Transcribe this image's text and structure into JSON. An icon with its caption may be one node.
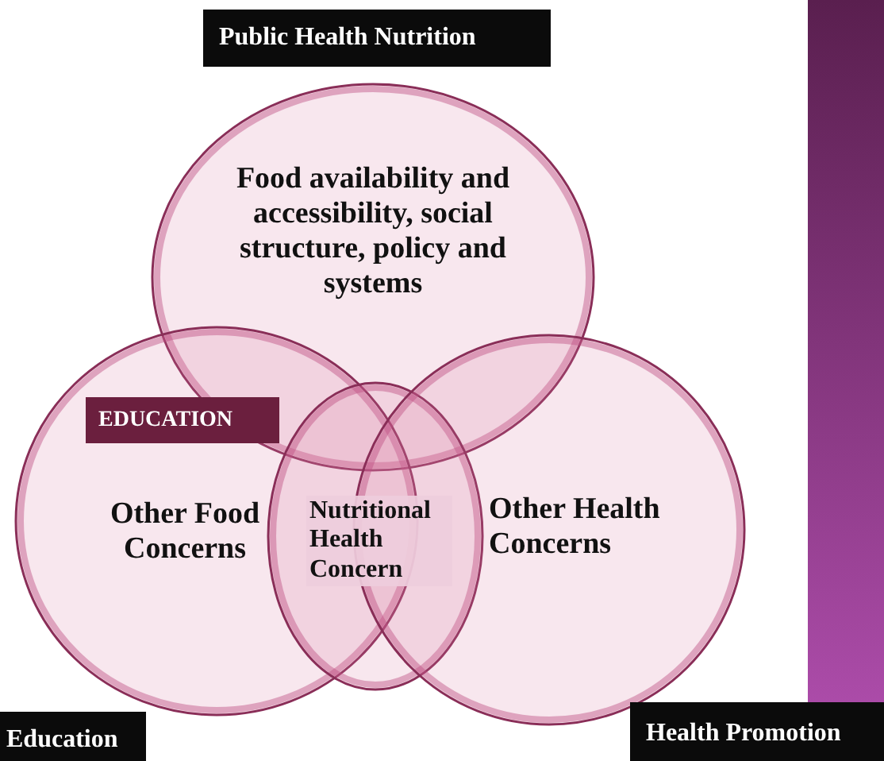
{
  "diagram": {
    "nodes": [
      {
        "text": [
          "Public Health Nutrition"
        ]
      },
      {
        "text": [
          "Food availability and accessibility, social structure, policy and systems"
        ]
      },
      {
        "text": [
          "Other Food Concerns"
        ]
      },
      {
        "text": [
          "EDUCATION"
        ],
        "in": 2
      },
      {
        "text": [
          "Nutritional Health Concern"
        ]
      },
      {
        "text": [
          "Other Health Concerns"
        ]
      },
      {
        "text": [
          "Education"
        ]
      },
      {
        "text": [
          "Health Promotion"
        ]
      }
    ],
    "edges": []
  }
}
